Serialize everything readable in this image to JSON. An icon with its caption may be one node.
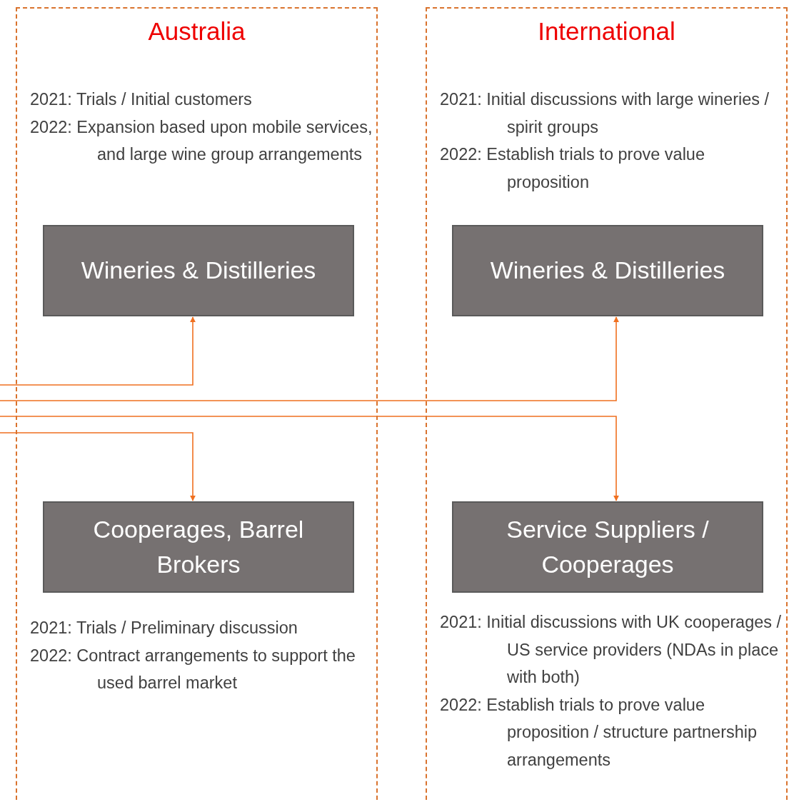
{
  "diagram": {
    "nodes": [
      {
        "text": [
          "Australia"
        ]
      },
      {
        "text": [
          "Wineries & Distilleries"
        ],
        "in": 0,
        "beside": [
          "2021: Trials / Initial customers",
          "2022: Expansion based upon mobile services, and large wine group arrangements"
        ]
      },
      {
        "text": [
          "Cooperages, Barrel Brokers"
        ],
        "in": 0,
        "beside": [
          "2021: Trials / Preliminary discussion",
          "2022: Contract arrangements to support the used barrel market"
        ]
      },
      {
        "text": [
          "International"
        ]
      },
      {
        "text": [
          "Wineries & Distilleries"
        ],
        "in": 3,
        "beside": [
          "2021: Initial discussions with large wineries / spirit groups",
          "2022: Establish trials to prove value proposition"
        ]
      },
      {
        "text": [
          "Service Suppliers / Cooperages"
        ],
        "in": 3,
        "beside": [
          "2021: Initial discussions with UK cooperages / US service providers (NDAs in place with both)",
          "2022: Establish trials to prove value proposition / structure partnership arrangements"
        ]
      }
    ],
    "edges": [
      {
        "from": null,
        "to": 1,
        "arrow": "to"
      },
      {
        "from": null,
        "to": 4,
        "arrow": "to"
      },
      {
        "from": null,
        "to": 5,
        "arrow": "to"
      },
      {
        "from": null,
        "to": 2,
        "arrow": "to"
      }
    ]
  }
}
